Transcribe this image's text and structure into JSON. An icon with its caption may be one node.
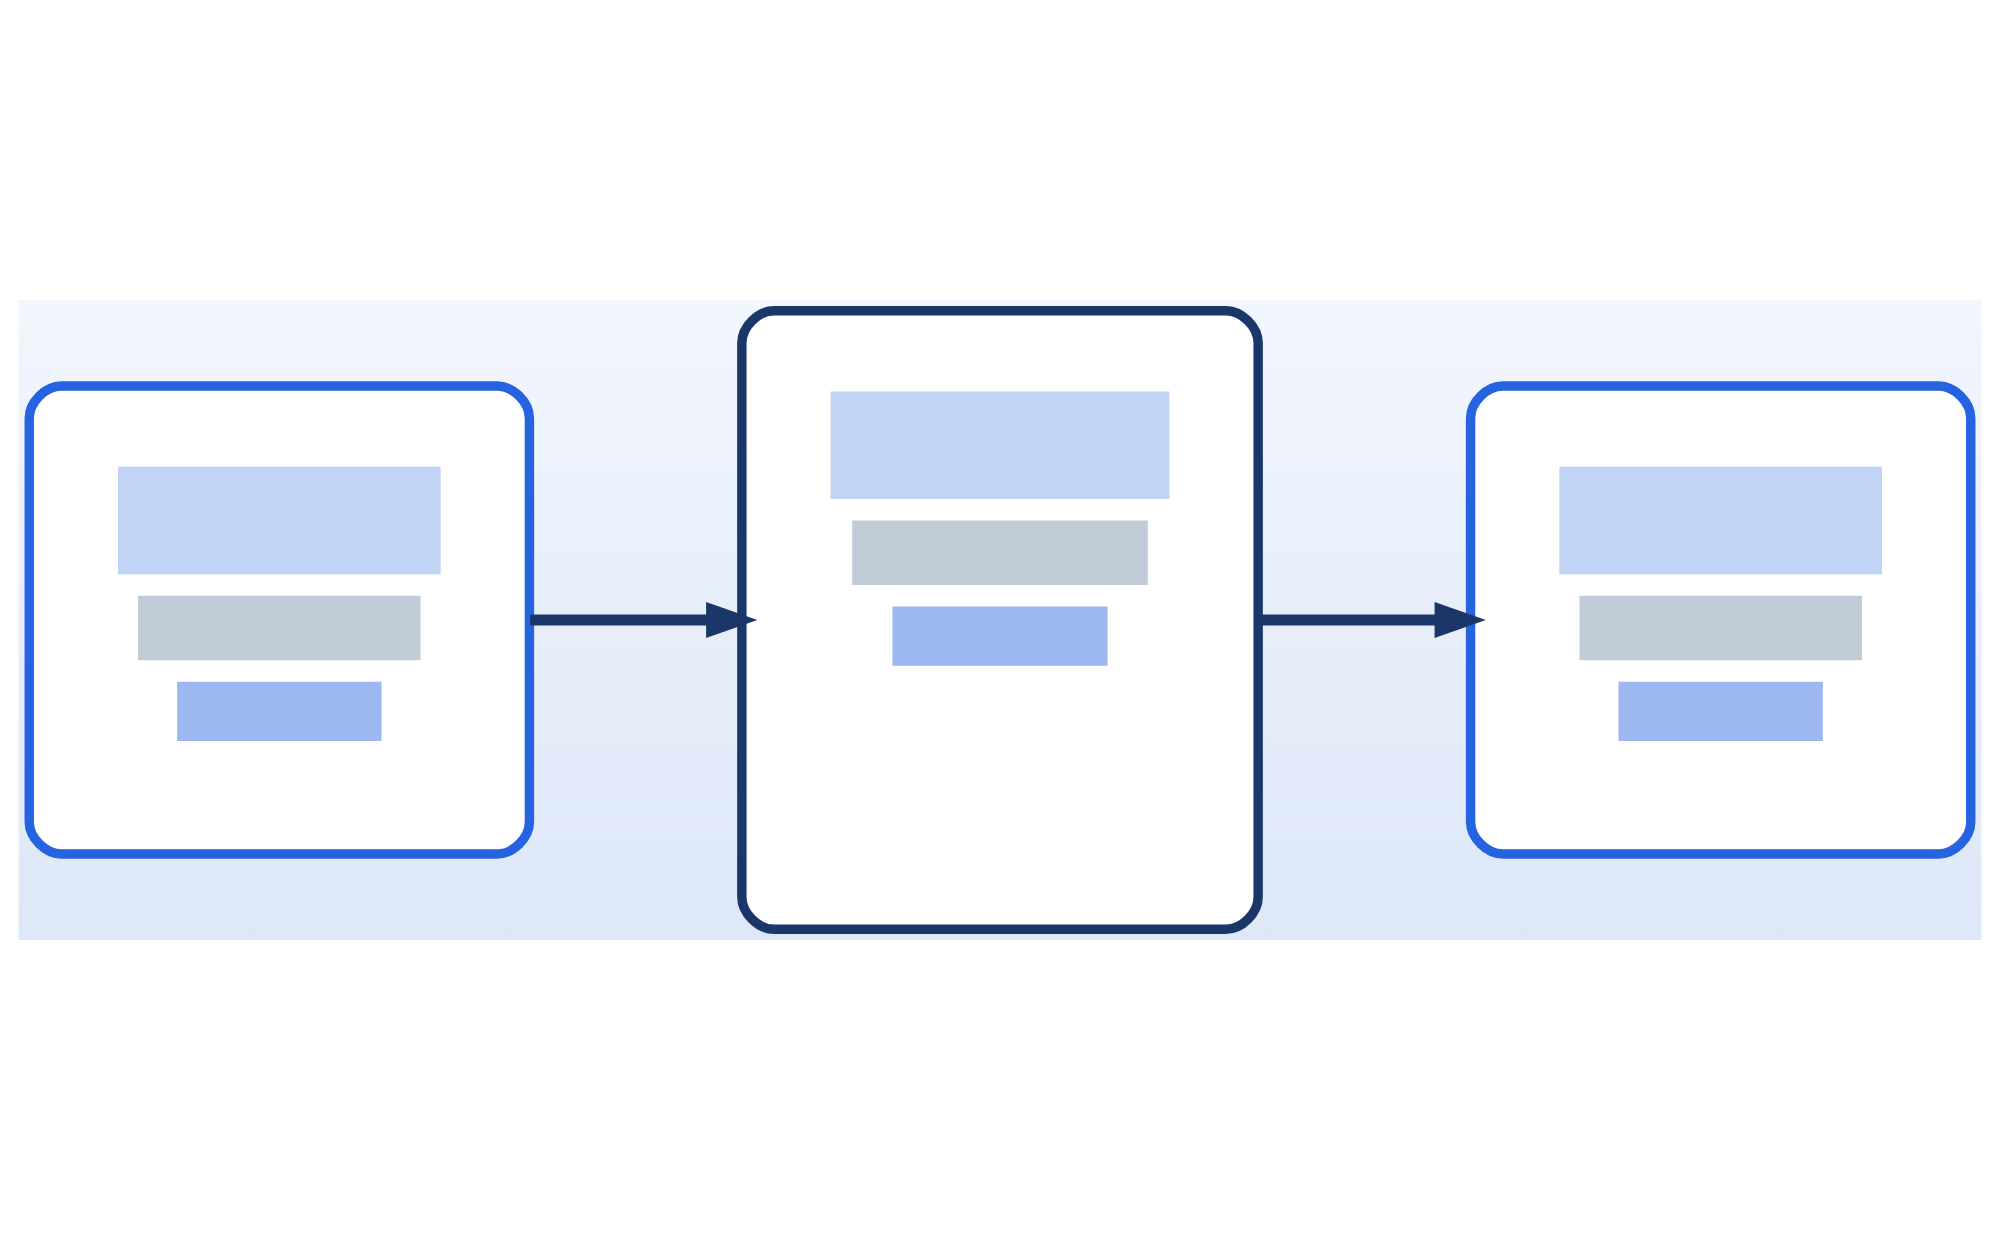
{
  "diagram": {
    "nodes": [
      {
        "text": [],
        "shape": "box"
      },
      {
        "text": [],
        "shape": "box"
      },
      {
        "text": [],
        "shape": "box"
      }
    ],
    "edges": [
      {
        "from": 0,
        "to": 1,
        "arrow": "to"
      },
      {
        "from": 1,
        "to": 2,
        "arrow": "to"
      }
    ]
  }
}
